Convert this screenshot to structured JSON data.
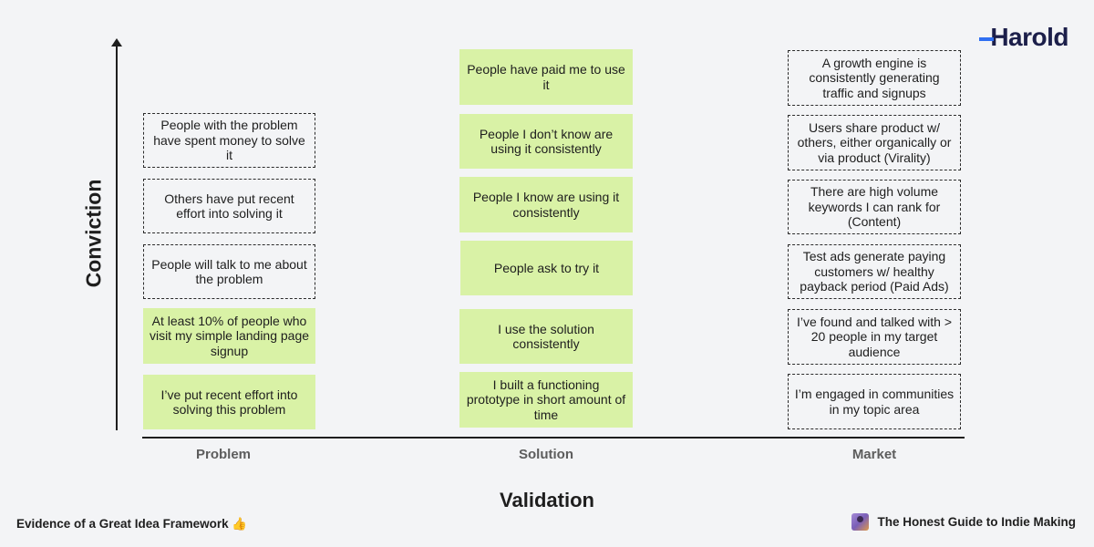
{
  "brand": {
    "logo": "Harold"
  },
  "axes": {
    "y_title": "Conviction",
    "x_title": "Validation"
  },
  "columns": [
    {
      "label": "Problem",
      "cards": [
        {
          "text": "People with the problem have spent money to solve it",
          "style": "dashed"
        },
        {
          "text": "Others have put recent effort into solving it",
          "style": "dashed"
        },
        {
          "text": "People will talk to me about the problem",
          "style": "dashed"
        },
        {
          "text": "At least 10% of people who visit my simple landing page signup",
          "style": "green"
        },
        {
          "text": "I’ve put recent effort into solving this problem",
          "style": "green"
        }
      ]
    },
    {
      "label": "Solution",
      "cards": [
        {
          "text": "People have paid me to use it",
          "style": "green"
        },
        {
          "text": "People I don’t know are using it consistently",
          "style": "green"
        },
        {
          "text": "People I know are using it consistently",
          "style": "green"
        },
        {
          "text": "People ask to try it",
          "style": "green"
        },
        {
          "text": "I use the solution consistently",
          "style": "green"
        },
        {
          "text": "I built a functioning prototype in short amount of time",
          "style": "green"
        }
      ]
    },
    {
      "label": "Market",
      "cards": [
        {
          "text": "A growth engine is consistently generating traffic and signups",
          "style": "dashed"
        },
        {
          "text": "Users share product w/ others, either organically or via product (Virality)",
          "style": "dashed"
        },
        {
          "text": "There are high volume keywords I can rank for (Content)",
          "style": "dashed"
        },
        {
          "text": "Test ads generate paying customers w/ healthy payback period (Paid Ads)",
          "style": "dashed"
        },
        {
          "text": "I’ve found and talked with > 20 people in my target audience",
          "style": "dashed"
        },
        {
          "text": "I’m engaged in communities in my topic area",
          "style": "dashed"
        }
      ]
    }
  ],
  "footer": {
    "left": "Evidence of a Great Idea Framework 👍",
    "right": "The Honest Guide to Indie Making",
    "right_icon": "book-cover-icon"
  }
}
